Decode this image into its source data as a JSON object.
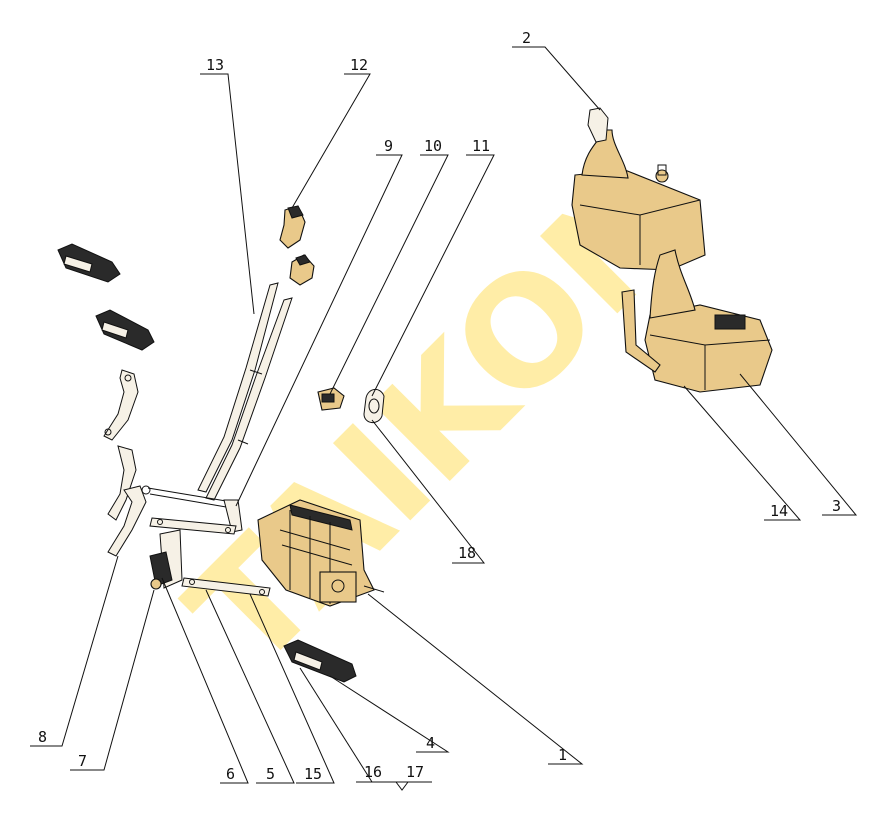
{
  "watermark": "TAIKON",
  "callouts": [
    {
      "id": "c1",
      "label": "1"
    },
    {
      "id": "c2",
      "label": "2"
    },
    {
      "id": "c3",
      "label": "3"
    },
    {
      "id": "c4",
      "label": "4"
    },
    {
      "id": "c5",
      "label": "5"
    },
    {
      "id": "c6",
      "label": "6"
    },
    {
      "id": "c7",
      "label": "7"
    },
    {
      "id": "c8",
      "label": "8"
    },
    {
      "id": "c9",
      "label": "9"
    },
    {
      "id": "c10",
      "label": "10"
    },
    {
      "id": "c11",
      "label": "11"
    },
    {
      "id": "c12",
      "label": "12"
    },
    {
      "id": "c13",
      "label": "13"
    },
    {
      "id": "c14",
      "label": "14"
    },
    {
      "id": "c15",
      "label": "15"
    },
    {
      "id": "c16",
      "label": "16"
    },
    {
      "id": "c17",
      "label": "17"
    },
    {
      "id": "c18",
      "label": "18"
    }
  ],
  "colors": {
    "part_fill": "#e9c98a",
    "watermark": "#ffe88a",
    "line": "#111111"
  }
}
